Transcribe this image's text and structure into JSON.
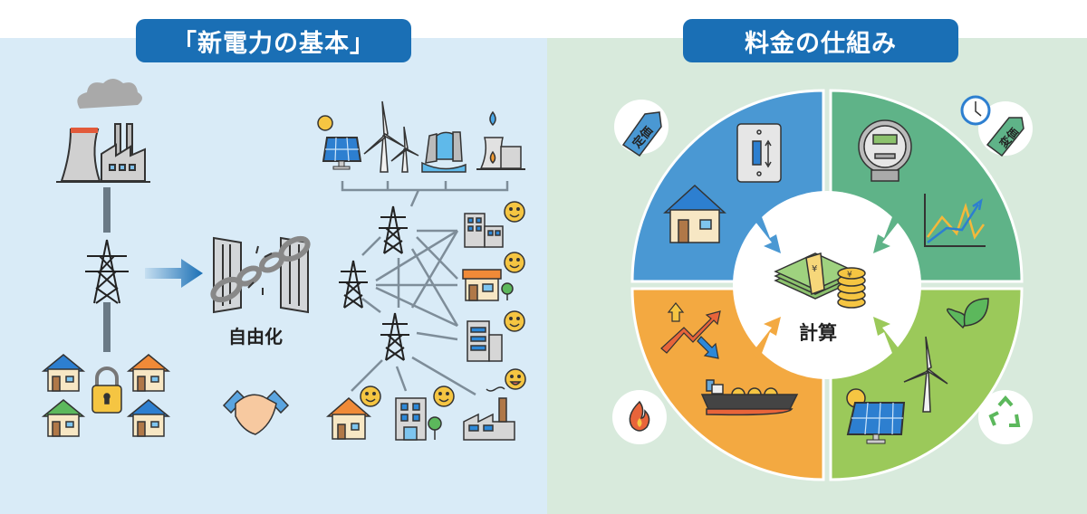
{
  "left_panel": {
    "title": "「新電力の基本」",
    "background": "#d9ebf7",
    "liberalization_label": "自由化",
    "icons": {
      "top_left": "power-plant-icon",
      "generation_sources": [
        "solar-panel-icon",
        "wind-turbine-icon",
        "hydro-dam-icon",
        "gas-plant-icon"
      ],
      "center": "broken-chain-icon",
      "bottom_left": "houses-locked-icon",
      "bottom_center": "handshake-icon",
      "consumers": [
        "office-building-icon",
        "shop-icon",
        "apartment-icon",
        "house-icon",
        "building-icon",
        "factory-icon"
      ],
      "satisfaction": "smiley-icon"
    }
  },
  "right_panel": {
    "title": "料金の仕組み",
    "background": "#d8eadc",
    "center_label": "計算",
    "center_icon": "yen-money-icon",
    "quadrants": [
      {
        "position": "top-left",
        "color": "#4a98d3",
        "icons": [
          "house-icon",
          "light-switch-icon"
        ],
        "badge": "定価",
        "badge_icon": "price-tag-icon"
      },
      {
        "position": "top-right",
        "color": "#5fb388",
        "icons": [
          "electric-meter-icon",
          "line-chart-icon"
        ],
        "badge": "変価",
        "badge_icon": "clock-price-tag-icon"
      },
      {
        "position": "bottom-left",
        "color": "#f3a941",
        "icons": [
          "price-trend-arrows-icon",
          "lng-tanker-icon"
        ],
        "badge_icon": "fire-icon"
      },
      {
        "position": "bottom-right",
        "color": "#9bc95a",
        "icons": [
          "leaf-icon",
          "wind-turbine-icon",
          "solar-panel-icon"
        ],
        "badge_icon": "recycle-icon"
      }
    ]
  }
}
